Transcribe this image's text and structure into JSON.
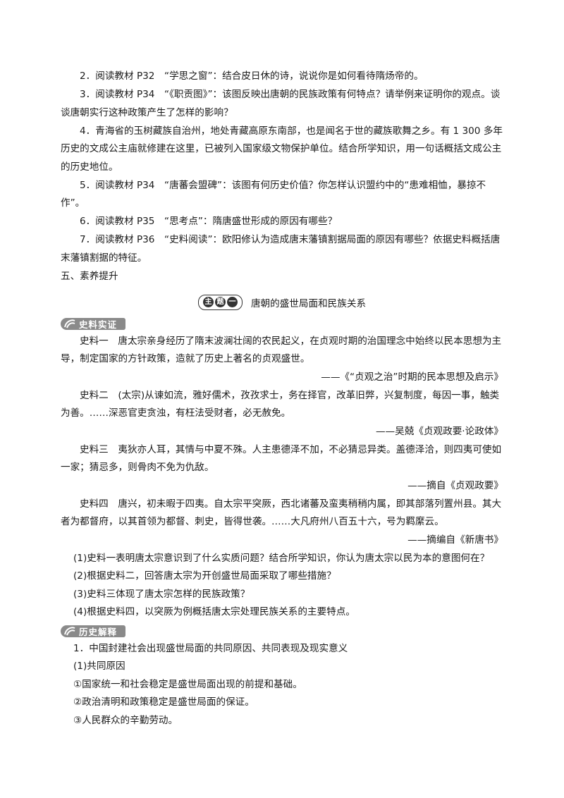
{
  "reading_items": [
    "2．阅读教材 P32　“学思之窗”：结合皮日休的诗，说说你是如何看待隋炀帝的。",
    "3．阅读教材 P34　“《职贡图》”：该图反映出唐朝的民族政策有何特点？请举例来证明你的观点。谈谈唐朝实行这种政策产生了怎样的影响？",
    "4．青海省的玉树藏族自治州，地处青藏高原东南部，也是闻名于世的藏族歌舞之乡。有 1 300 多年历史的文成公主庙就修建在这里，已被列入国家级文物保护单位。结合所学知识，用一句话概括文成公主的历史地位。",
    "5．阅读教材 P34　“唐蕃会盟碑”：该图有何历史价值？你怎样认识盟约中的“患难相恤，暴掠不作”。",
    "6．阅读教材 P35　“思考点”：隋唐盛世形成的原因有哪些？",
    "7．阅读教材 P36　“史料阅读”：欧阳修认为造成唐末藩镇割据局面的原因有哪些？依据史料概括唐末藩镇割据的特征。"
  ],
  "section_five": "五、素养提升",
  "topic": {
    "badge_chars": [
      "主",
      "题",
      "一"
    ],
    "title": "唐朝的盛世局面和民族关系"
  },
  "label_evidence": "史料实证",
  "sources": [
    {
      "text": "史料一　唐太宗亲身经历了隋末波澜壮阔的农民起义，在贞观时期的治国理念中始终以民本思想为主导，制定国家的方针政策，造就了历史上著名的贞观盛世。",
      "cite": "——《“贞观之治”时期的民本思想及启示》"
    },
    {
      "text": "史料二　(太宗)从谏如流，雅好儒术，孜孜求士，务在择官，改革旧弊，兴复制度，每因一事，触类为善。……深恶官吏贪浊，有枉法受财者，必无赦免。",
      "cite": "——吴兢《贞观政要·论政体》"
    },
    {
      "text": "史料三　夷狄亦人耳，其情与中夏不殊。人主患德泽不加，不必猜忌异类。盖德泽洽，则四夷可使如一家；猜忌多，则骨肉不免为仇敌。",
      "cite": "——摘自《贞观政要》"
    },
    {
      "text": "史料四　唐兴，初未暇于四夷。自太宗平突厥，西北诸蕃及蛮夷稍稍内属，即其部落列置州县。其大者为都督府，以其首领为都督、刺史，皆得世袭。……大凡府州八百五十六，号为羁縻云。",
      "cite": "——摘编自《新唐书》"
    }
  ],
  "questions": [
    "(1)史料一表明唐太宗意识到了什么实质问题？结合所学知识，你认为唐太宗以民为本的意图何在？",
    "(2)根据史料二，回答唐太宗为开创盛世局面采取了哪些措施？",
    "(3)史料三体现了唐太宗怎样的民族政策？",
    "(4)根据史料四，以突厥为例概括唐太宗处理民族关系的主要特点。"
  ],
  "label_explanation": "历史解释",
  "explanation": {
    "heading": "1．中国封建社会出现盛世局面的共同原因、共同表现及现实意义",
    "sub": "(1)共同原因",
    "points": [
      "①国家统一和社会稳定是盛世局面出现的前提和基础。",
      "②政治清明和政策稳定是盛世局面的保证。",
      "③人民群众的辛勤劳动。"
    ]
  }
}
